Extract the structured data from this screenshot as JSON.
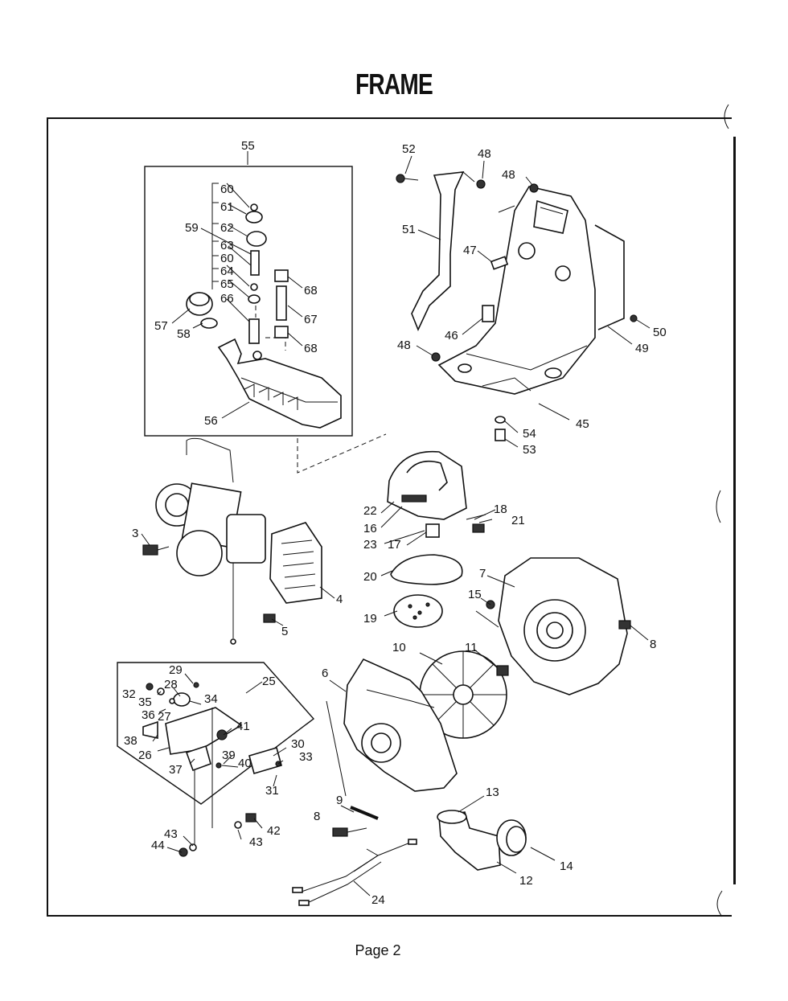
{
  "title": "FRAME",
  "footer": {
    "page_label": "Page 2"
  },
  "callouts": {
    "c55": "55",
    "c52": "52",
    "c48a": "48",
    "c48b": "48",
    "c48c": "48",
    "c60a": "60",
    "c61": "61",
    "c62": "62",
    "c59": "59",
    "c63": "63",
    "c60b": "60",
    "c64": "64",
    "c65": "65",
    "c66": "66",
    "c68a": "68",
    "c67": "67",
    "c68b": "68",
    "c57": "57",
    "c58": "58",
    "c56": "56",
    "c51": "51",
    "c47": "47",
    "c46": "46",
    "c50": "50",
    "c49": "49",
    "c45": "45",
    "c54": "54",
    "c53": "53",
    "c22": "22",
    "c18": "18",
    "c16": "16",
    "c21": "21",
    "c23": "23",
    "c17": "17",
    "c20": "20",
    "c19": "19",
    "c3": "3",
    "c4": "4",
    "c5": "5",
    "c7": "7",
    "c15": "15",
    "c8a": "8",
    "c10": "10",
    "c11": "11",
    "c6": "6",
    "c29": "29",
    "c25": "25",
    "c28": "28",
    "c32": "32",
    "c35": "35",
    "c34": "34",
    "c36": "36",
    "c27": "27",
    "c41": "41",
    "c38": "38",
    "c30": "30",
    "c26": "26",
    "c39": "39",
    "c33": "33",
    "c40": "40",
    "c37": "37",
    "c31": "31",
    "c9": "9",
    "c8b": "8",
    "c13": "13",
    "c42": "42",
    "c43a": "43",
    "c43b": "43",
    "c44": "44",
    "c14": "14",
    "c12": "12",
    "c24": "24"
  }
}
